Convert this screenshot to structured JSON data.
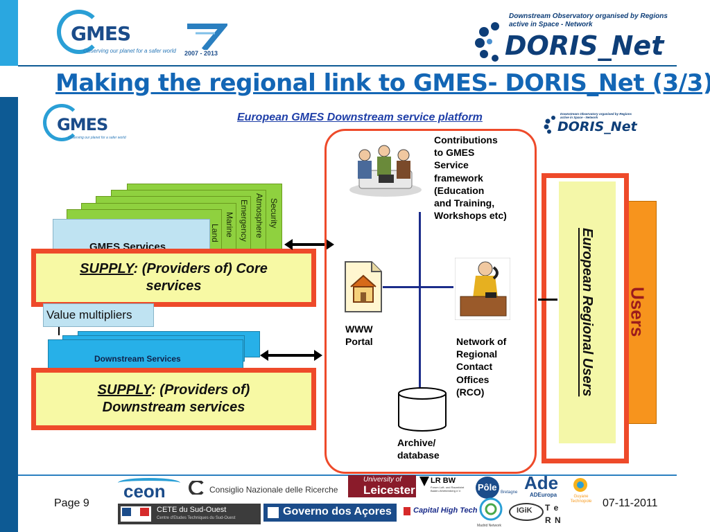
{
  "header": {
    "gmes_logo_word": "GMES",
    "gmes_tagline": "Observing our planet for a safer world",
    "fp7_years": "2007 - 2013",
    "doris_subtitle_1": "Downstream Observatory organised by Regions",
    "doris_subtitle_2": "active in Space - Network",
    "doris_word": "DORIS_Net"
  },
  "slide": {
    "title": "Making the regional link to GMES- DORIS_Net (3/3)",
    "platform_label": "European GMES Downstream service platform"
  },
  "inner_logos": {
    "gmes_word": "GMES",
    "gmes_tagline": "Observing our planet for a safer world",
    "doris_subtitle_1": "Downstream Observatory organised by Regions",
    "doris_subtitle_2": "active in Space - Network",
    "doris_word": "DORIS_Net"
  },
  "services_stack": {
    "cards": [
      "Security",
      "Atmosphere",
      "Emergency",
      "Marine",
      "Land"
    ],
    "gmes_services": "GMES Services",
    "value_multipliers": "Value multipliers",
    "downstream_services": "Downstream Services"
  },
  "supply_core": {
    "prefix": "SUPPLY",
    "text_line1": ": (Providers of) Core",
    "text_line2": "services"
  },
  "supply_downstream": {
    "prefix": "SUPPLY",
    "text_line1": ": (Providers of)",
    "text_line2": "Downstream services"
  },
  "platform": {
    "contributions": "Contributions\nto GMES\nService\nframework\n(Education\nand Training,\nWorkshops etc)",
    "www_portal": "WWW\nPortal",
    "rco": "Network of\nRegional\nContact\nOffices\n(RCO)",
    "archive": "Archive/\ndatabase"
  },
  "right": {
    "eu_users": "European Regional Users",
    "users": "Users"
  },
  "footer": {
    "page": "Page 9",
    "date": "07-11-2011",
    "sponsors": {
      "ceon": "ceon",
      "cnr": "Consiglio Nazionale delle Ricerche",
      "leicester_top": "University of",
      "leicester": "Leicester",
      "lrbw": "LR BW",
      "lrbw_sub": "Forum Luft- und Raumfahrt Baden-Württemberg e.V.",
      "pole_mer": "Pôle Mer",
      "pole_sub": "Bretagne",
      "ade": "Ade",
      "ade_sub": "ADEuropa",
      "guyane": "Guyane Technopole",
      "cete": "CETE du Sud-Ouest",
      "cete_sub": "Centre d'Etudes Techniques du Sud-Ouest",
      "acores": "Governo dos Açores",
      "capital": "Capital High Tech",
      "madrid": "Madrid Network",
      "igik": "IGiK",
      "tern": "T e R N"
    }
  },
  "colors": {
    "title_blue": "#1366b5",
    "supply_red": "#ee4a2a",
    "supply_fill": "#f7f9a4",
    "card_green": "#8fd13f",
    "users_orange": "#f7941d",
    "line_blue": "#1b2c8a"
  }
}
